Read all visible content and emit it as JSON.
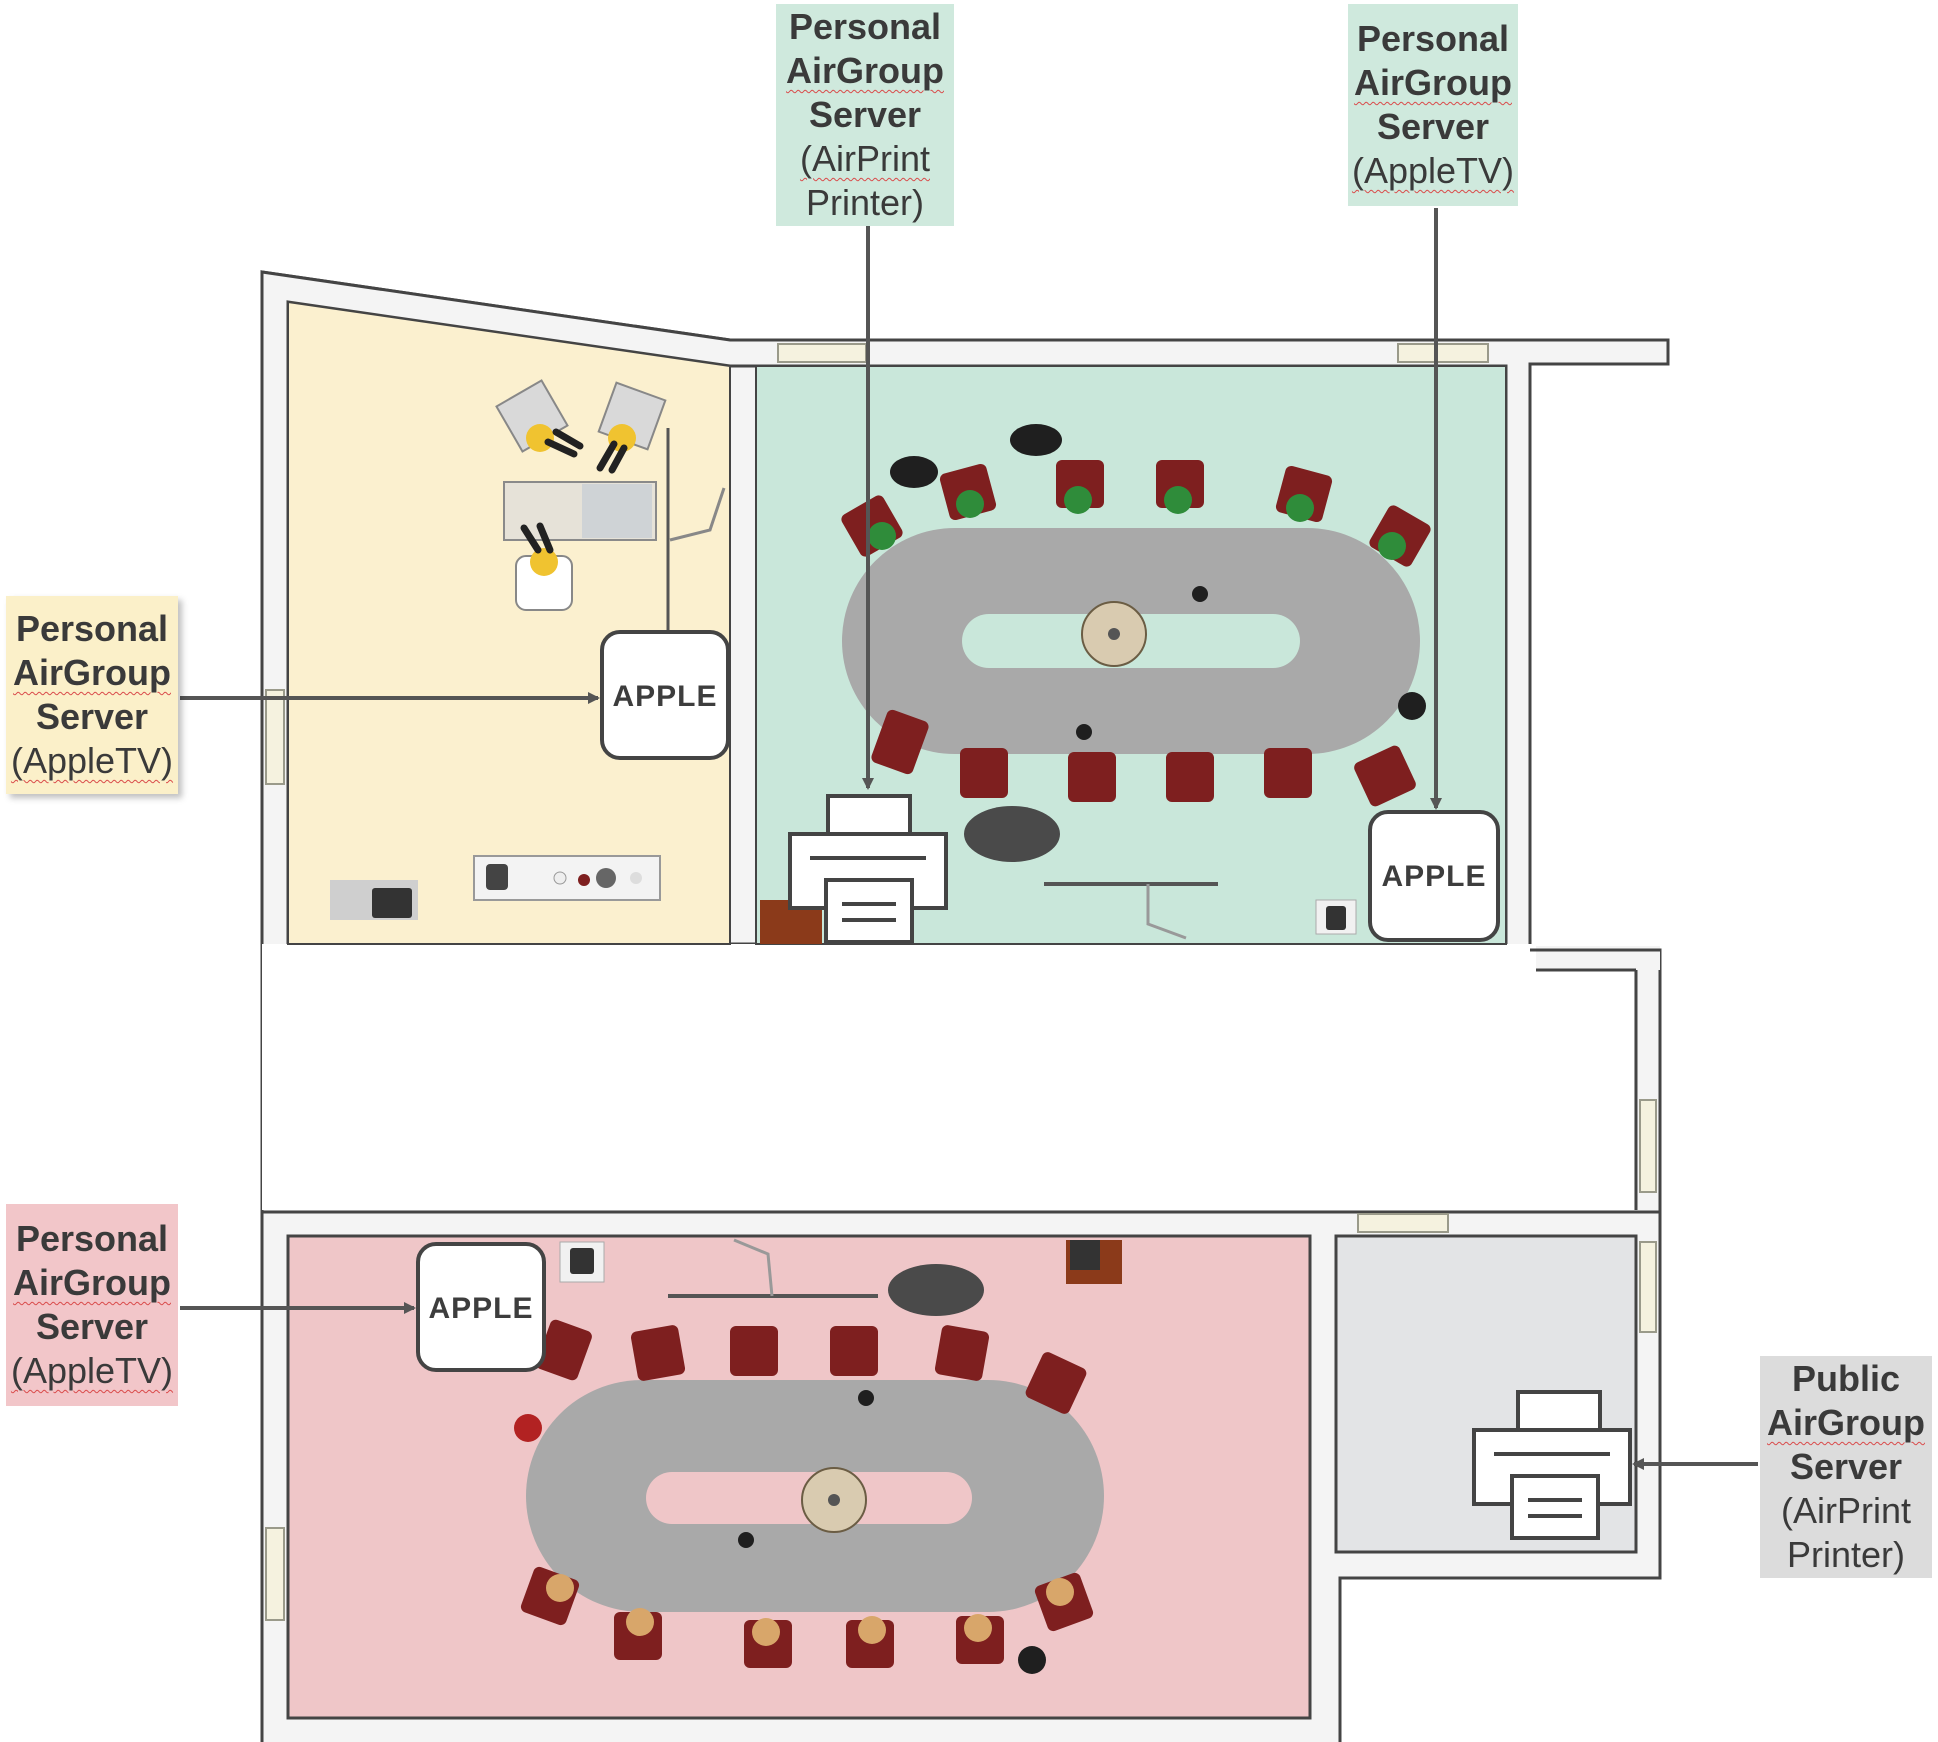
{
  "colors": {
    "yellow_room": "#fbf0cf",
    "green_room": "#c9e7da",
    "pink_room": "#efc6c8",
    "gray_room": "#e3e4e6",
    "wall": "#f1f1f1",
    "callout_yellow": "#fbf0c9",
    "callout_green": "#cfe9dd",
    "callout_pink": "#f2c6c9",
    "callout_gray": "#dcdcdc",
    "table_gray": "#a7a7a7",
    "chair_red": "#7e1f1f",
    "arrow": "#555555"
  },
  "callouts": {
    "green_printer": {
      "line1": "Personal",
      "line2": "AirGroup",
      "line3": "Server",
      "line4": "(AirPrint",
      "line5": "Printer)"
    },
    "green_appletv": {
      "line1": "Personal",
      "line2": "AirGroup",
      "line3": "Server",
      "line4": "(AppleTV)"
    },
    "yellow_appletv": {
      "line1": "Personal",
      "line2": "AirGroup",
      "line3": "Server",
      "line4": "(AppleTV)"
    },
    "pink_appletv": {
      "line1": "Personal",
      "line2": "AirGroup",
      "line3": "Server",
      "line4": "(AppleTV)"
    },
    "public_printer": {
      "line1": "Public",
      "line2": "AirGroup",
      "line3": "Server",
      "line4": "(AirPrint",
      "line5": "Printer)"
    }
  },
  "devices": {
    "yellow_apple": "APPLE",
    "green_apple": "APPLE",
    "pink_apple": "APPLE"
  },
  "icons": {
    "apple_tv": "apple-tv-box-icon",
    "printer": "printer-icon"
  }
}
